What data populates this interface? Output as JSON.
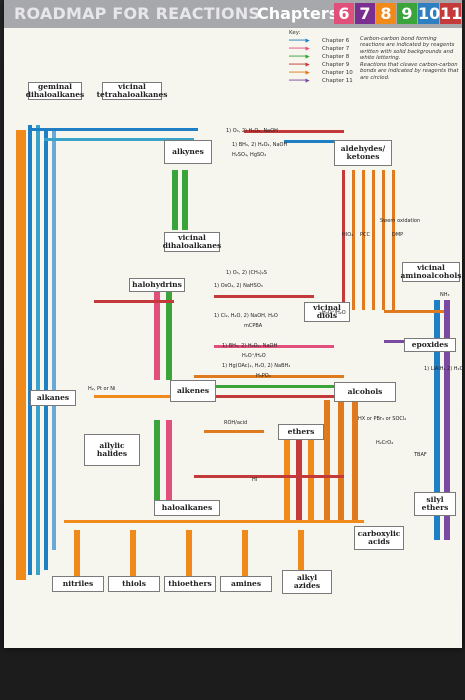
{
  "header": {
    "title": "ROADMAP FOR REACTIONS",
    "chapters_label": "Chapters",
    "chapter_numbers": [
      "6",
      "7",
      "8",
      "9",
      "10",
      "11"
    ]
  },
  "key": {
    "label": "Key:",
    "items": [
      "Chapter 6",
      "Chapter 7",
      "Chapter 8",
      "Chapter 9",
      "Chapter 10",
      "Chapter 11"
    ],
    "note_1": "Carbon-carbon bond forming reactions are indicated by reagents written with solid backgrounds and white lettering.",
    "note_2": "Reactions that cleave carbon-carbon bonds are indicated by reagents that are circled."
  },
  "nodes": {
    "geminal": "geminal dihaloalkanes",
    "vicinal_tetra": "vicinal tetrahaloalkanes",
    "alkynes": "alkynes",
    "aldehydes": "aldehydes/ ketones",
    "vicinal_dihalo": "vicinal dihaloalkanes",
    "vicinal_amino": "vicinal aminoalcohols",
    "halohydrins": "halohydrins",
    "vicinal_diols": "vicinal diols",
    "epoxides": "epoxides",
    "alkanes": "alkanes",
    "alkenes": "alkenes",
    "alcohols": "alcohols",
    "ethers": "ethers",
    "allylic": "allylic halides",
    "silyl": "silyl ethers",
    "haloalkanes": "haloalkanes",
    "carboxylic": "carboxylic acids",
    "nitriles": "nitriles",
    "thiols": "thiols",
    "thioethers": "thioethers",
    "amines": "amines",
    "alkyl_azides": "alkyl azides"
  },
  "reagents": {
    "r1": "1) O₃, 2) H₂O₂, NaOH",
    "r2": "1) BH₃, 2) H₂O₂, NaOH",
    "r3": "H₂SO₄, HgSO₄",
    "r4": "1) O₃, 2) (CH₃)₂S",
    "r5": "1) OsO₄, 2) NaHSO₃",
    "r6": "1) Cl₂, H₂O, 2) NaOH, H₂O",
    "r7": "mCPBA",
    "r8": "1) BH₃, 2) H₂O₂, NaOH",
    "r9": "H₂O⁺/H₂O",
    "r10": "1) Hg(OAc)₂, H₂O, 2) NaBH₄",
    "r11": "H₃PO₄",
    "r12": "H₂, Pt or Ni",
    "r13": "ROH/acid",
    "r14": "HI",
    "r15": "H₃O⁺/H₂O",
    "r16": "NH₃",
    "r17": "1) LiAlH₄ 2) H₂O",
    "r18": "TBAF",
    "r19": "HX or PBr₃ or SOCl₂",
    "r20": "H₂CrO₄",
    "r21": "Swern oxidation",
    "r22": "DMP",
    "r23": "PCC",
    "r24": "HIO₄"
  },
  "colors": {
    "ch6": "#1f7fc4",
    "ch7": "#e0507a",
    "ch8": "#3aa33a",
    "ch9": "#c43a3a",
    "ch10": "#e07a1e",
    "ch11": "#7a4aa0",
    "chapters_bg": [
      "#e0507a",
      "#7a2f90",
      "#f08a1a",
      "#3aa33a",
      "#2e7ec2",
      "#c43a3a"
    ]
  }
}
